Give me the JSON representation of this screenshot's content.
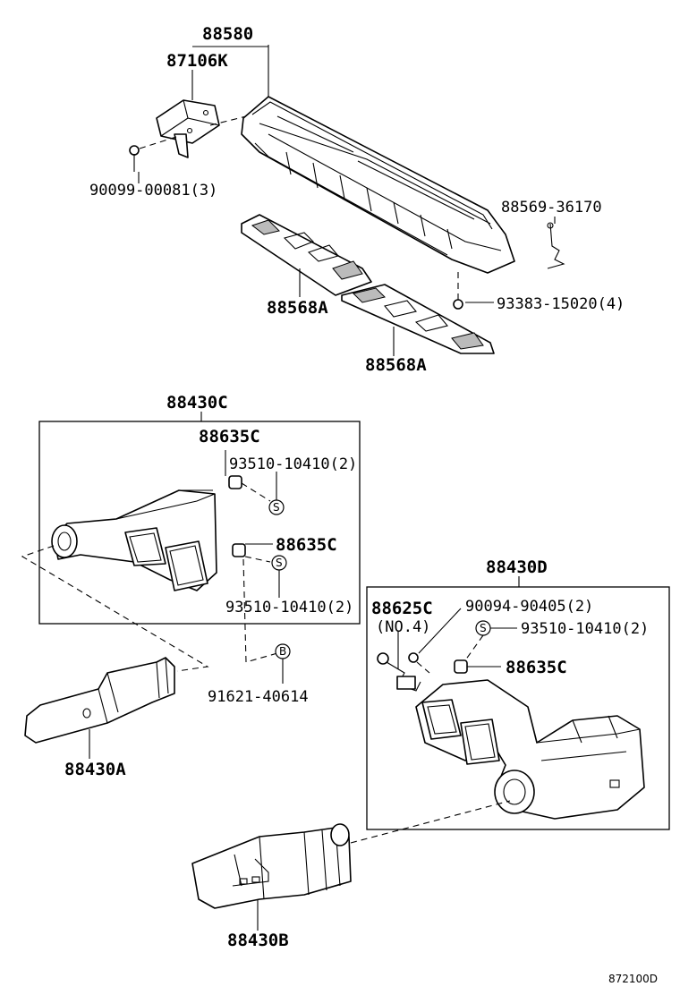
{
  "labels": {
    "p88580": "88580",
    "p87106k": "87106K",
    "p90099": "90099-00081(3)",
    "p88569": "88569-36170",
    "p88568a_1": "88568A",
    "p93383": "93383-15020(4)",
    "p88568a_2": "88568A",
    "p88430c": "88430C",
    "p88635c_1": "88635C",
    "p93510_1": "93510-10410(2)",
    "p88635c_2": "88635C",
    "p93510_2": "93510-10410(2)",
    "p91621": "91621-40614",
    "p88430a": "88430A",
    "p88430d": "88430D",
    "p88625c": "88625C",
    "p90094": "90094-90405(2)",
    "no4": "(NO.4)",
    "p93510_3": "93510-10410(2)",
    "p88635c_3": "88635C",
    "p88430b": "88430B",
    "ref": "872100D"
  },
  "symbols": {
    "s": "S",
    "b": "B"
  }
}
